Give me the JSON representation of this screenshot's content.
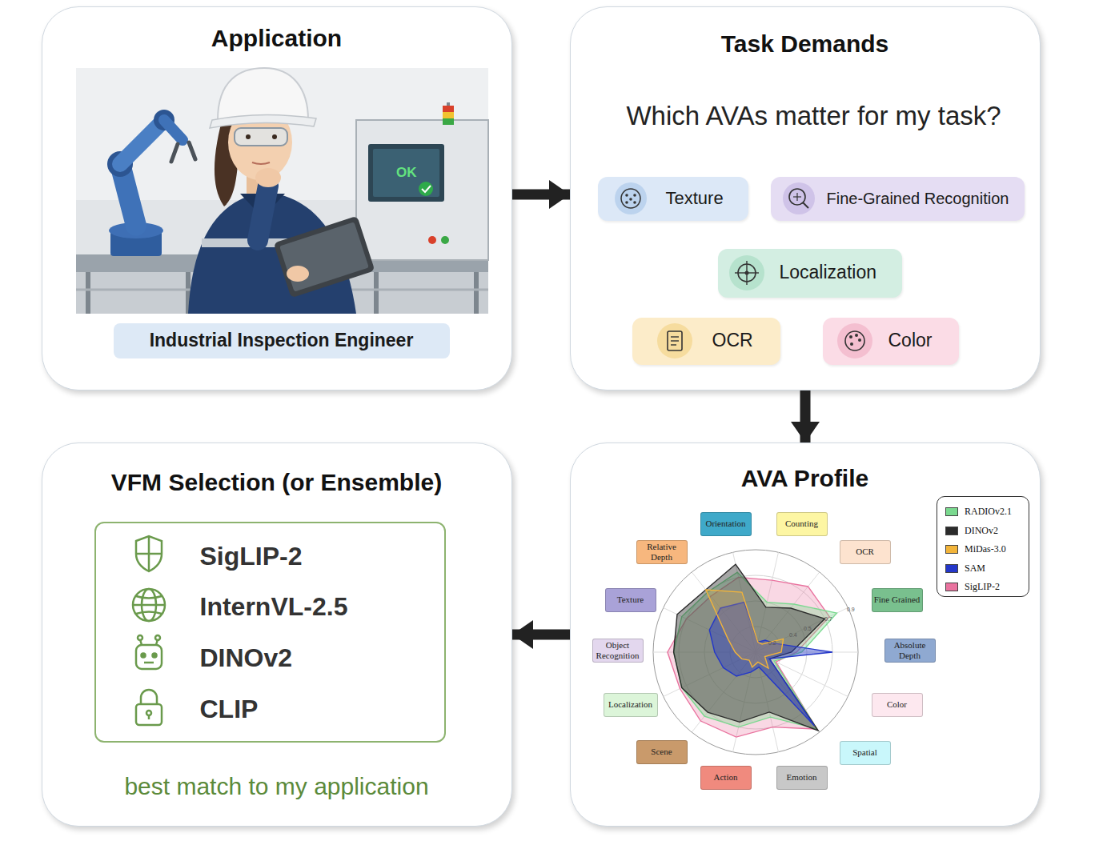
{
  "diagram": {
    "nodes": [
      {
        "text": [
          "Application"
        ]
      },
      {
        "text": [
          "Industrial Inspection Engineer"
        ],
        "in": 0
      },
      {
        "text": [
          "Task Demands",
          "Which AVAs matter for my task?"
        ]
      },
      {
        "text": [
          "Texture"
        ],
        "in": 2
      },
      {
        "text": [
          "Fine-Grained Recognition"
        ],
        "in": 2
      },
      {
        "text": [
          "Localization"
        ],
        "in": 2
      },
      {
        "text": [
          "OCR"
        ],
        "in": 2
      },
      {
        "text": [
          "Color"
        ],
        "in": 2
      },
      {
        "text": [
          "AVA Profile"
        ]
      },
      {
        "text": [
          "Orientation"
        ],
        "in": 8
      },
      {
        "text": [
          "Counting"
        ],
        "in": 8
      },
      {
        "text": [
          "OCR"
        ],
        "in": 8
      },
      {
        "text": [
          "Fine Grained"
        ],
        "in": 8
      },
      {
        "text": [
          "Absolute Depth"
        ],
        "in": 8
      },
      {
        "text": [
          "Color"
        ],
        "in": 8
      },
      {
        "text": [
          "Spatial"
        ],
        "in": 8
      },
      {
        "text": [
          "Emotion"
        ],
        "in": 8
      },
      {
        "text": [
          "Action"
        ],
        "in": 8
      },
      {
        "text": [
          "Scene"
        ],
        "in": 8
      },
      {
        "text": [
          "Localization"
        ],
        "in": 8
      },
      {
        "text": [
          "Object Recognition"
        ],
        "in": 8
      },
      {
        "text": [
          "Texture"
        ],
        "in": 8
      },
      {
        "text": [
          "Relative Depth"
        ],
        "in": 8
      },
      {
        "text": [
          "VFM Selection (or Ensemble)",
          "best match to my application"
        ]
      },
      {
        "text": [
          "SigLIP-2",
          "InternVL-2.5",
          "DINOv2",
          "CLIP"
        ],
        "in": 23
      }
    ],
    "edges": [
      {
        "from": 0,
        "to": 2,
        "arrow": "to"
      },
      {
        "from": 2,
        "to": 8,
        "arrow": "to"
      },
      {
        "from": 8,
        "to": 23,
        "arrow": "to"
      }
    ],
    "labels": [
      "OK",
      "0.2",
      "0.4",
      "0.5",
      "0.7",
      "0.9"
    ],
    "legend": [
      {
        "text": "RADIOv2.1",
        "color": "#7ad98f"
      },
      {
        "text": "DINOv2",
        "color": "#2b2b2b"
      },
      {
        "text": "MiDas-3.0",
        "color": "#f2b43a"
      },
      {
        "text": "SAM",
        "color": "#2437c9"
      },
      {
        "text": "SigLIP-2",
        "color": "#e9739f"
      }
    ]
  }
}
